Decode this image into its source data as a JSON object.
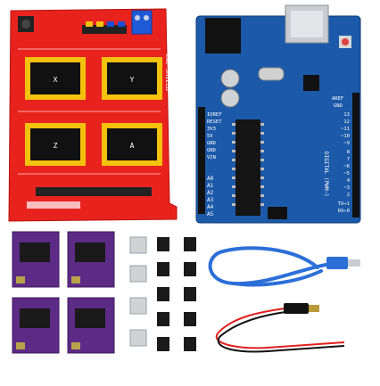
{
  "cnc_shield": {
    "label_vertical": "CNC SHIELD",
    "driver_labels": [
      "X",
      "Y",
      "Z",
      "A"
    ]
  },
  "arduino": {
    "label_digital": "DIGITAL (PWM~)",
    "analog_labels": [
      "A0",
      "A1",
      "A2",
      "A3",
      "A4",
      "A5"
    ],
    "power_labels": [
      "IOREF",
      "RESET",
      "3V3",
      "5V",
      "GND",
      "GND",
      "VIN"
    ],
    "pin_numbers": [
      "13",
      "12",
      "~11",
      "~10",
      "~9",
      "8",
      "7",
      "~6",
      "~5",
      "4",
      "~3",
      "2",
      "TX→1",
      "RX←0"
    ],
    "aref_labels": [
      "AREF",
      "GND"
    ]
  },
  "colors": {
    "shield_red": "#e8231e",
    "arduino_blue": "#1c59a8",
    "driver_purple": "#5b2b86",
    "usb_blue": "#2c6fd8",
    "jumper_black": "#1a1a1a",
    "heatsink_silver": "#cfd3d6"
  }
}
